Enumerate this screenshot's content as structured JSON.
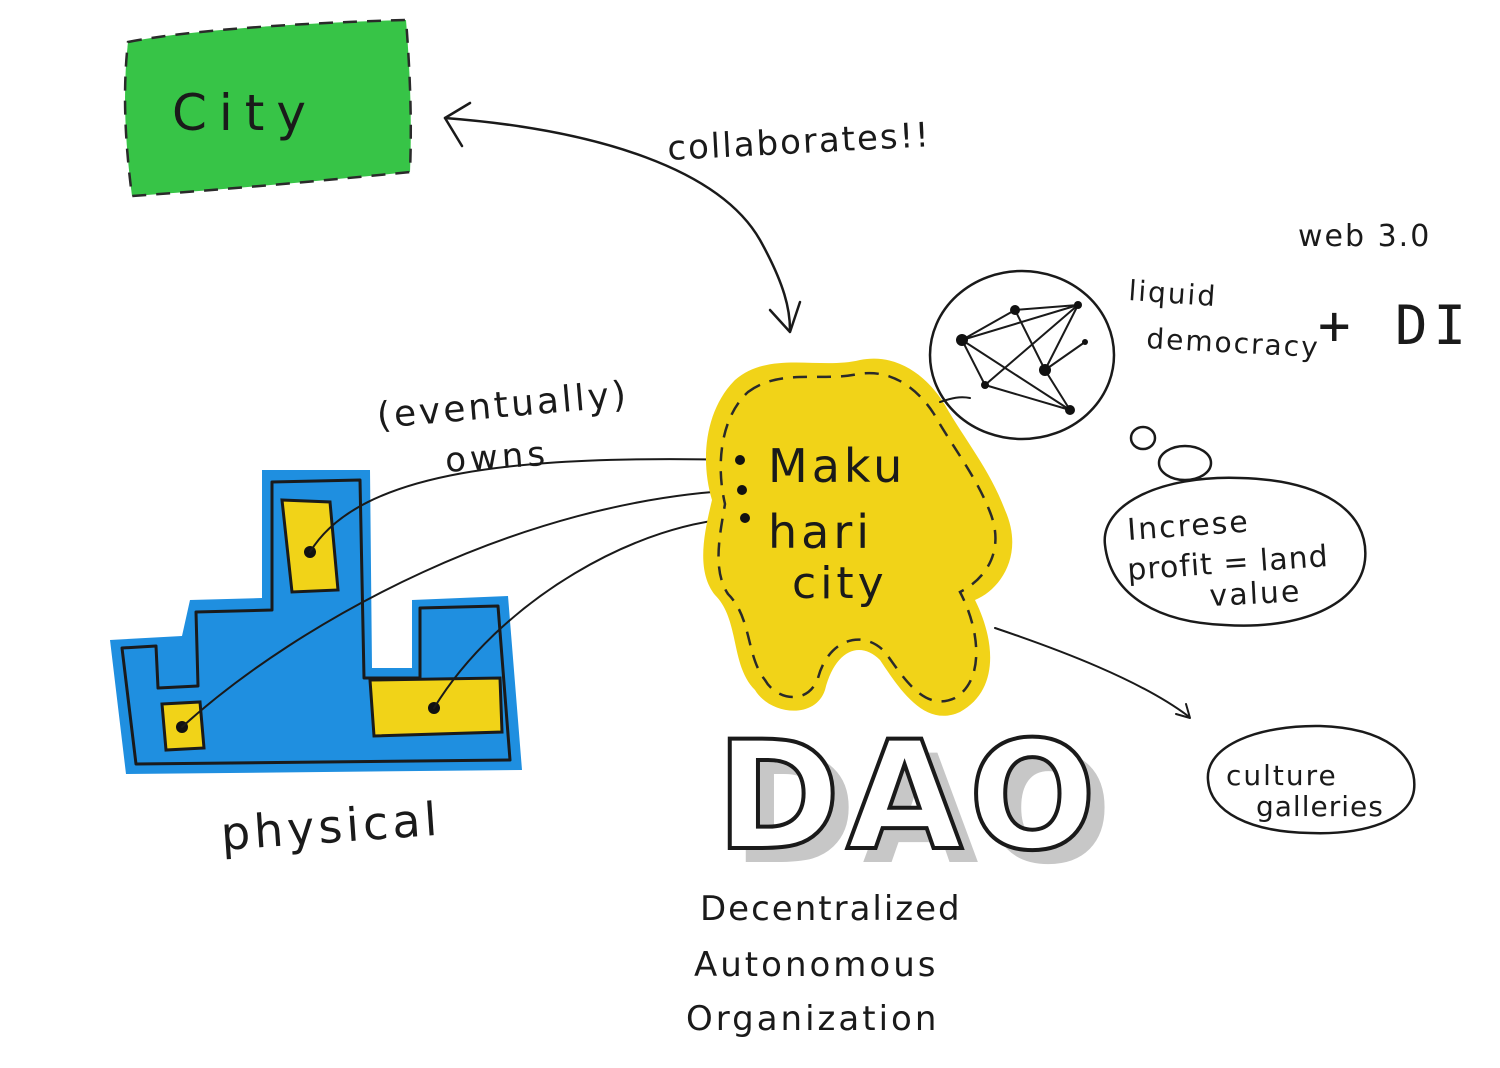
{
  "colors": {
    "city_green": "#37c447",
    "physical_blue": "#1f8fe0",
    "dao_yellow": "#f1d318",
    "ink": "#1a1a1a"
  },
  "city": {
    "label": "City"
  },
  "collab": {
    "label": "collaborates!!"
  },
  "owns": {
    "line1": "(eventually)",
    "line2": "owns"
  },
  "physical": {
    "label": "physical"
  },
  "makuhari": {
    "line1": "Maku",
    "line2": "hari",
    "line3": "city"
  },
  "web3": {
    "label": "web 3.0"
  },
  "liquid": {
    "line1": "liquid",
    "line2": "democracy"
  },
  "di": {
    "label": "+ DI"
  },
  "profit": {
    "line1": "Increse",
    "line2": "profit = land",
    "line3": "value"
  },
  "culture": {
    "line1": "culture",
    "line2": "galleries"
  },
  "dao": {
    "letters": "DAO",
    "line1": "Decentralized",
    "line2": "Autonomous",
    "line3": "Organization"
  }
}
